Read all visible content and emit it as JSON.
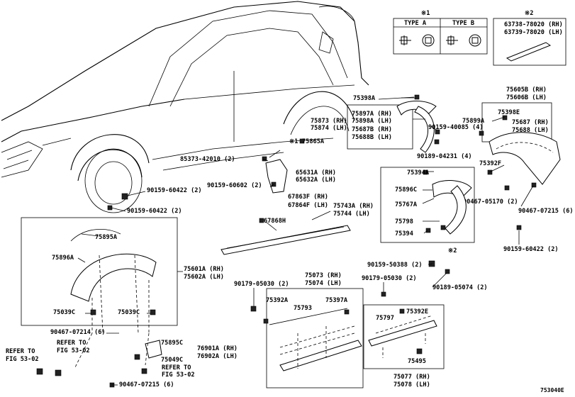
{
  "labels": {
    "l75398a": "75398A",
    "l75873": "75873 (RH)",
    "l75874": "75874 (LH)",
    "l75897a": "75897A (RH)",
    "l75898a": "75898A (LH)",
    "l75687b": "75687B (RH)",
    "l75688b": "75688B (LH)",
    "l75605b": "75605B (RH)",
    "l75606b": "75606B (LH)",
    "l75398e": "75398E",
    "l75899a": "75899A",
    "l75687": "75687 (RH)",
    "l75688": "75688 (LH)",
    "l90159_40085": "90159-40085 (4)",
    "l90189_04231": "90189-04231 (4)",
    "l75392f": "75392F",
    "l90467_05170": "90467-05170 (2)",
    "l90467_07215a": "90467-07215 (6)",
    "l90159_60422a": "90159-60422 (2)",
    "mark1a": "※1",
    "l75865a": "75865A",
    "l85373": "85373-42010 (2)",
    "l65631a": "65631A (RH)",
    "l65632a": "65632A (LH)",
    "l90159_60602": "90159-60602 (2)",
    "l90159_60422b": "90159-60422 (2)",
    "l90159_60422c": "90159-60422 (2)",
    "l67863f": "67863F (RH)",
    "l67864f": "67864F (LH)",
    "l67868h": "67868H",
    "l75743a": "75743A (RH)",
    "l75744": "75744 (LH)",
    "l75394a": "75394A",
    "l75896c": "75896C",
    "l75767a": "75767A",
    "l75798": "75798",
    "l75394": "75394",
    "mark2a": "※2",
    "l90159_50388": "90159-50388 (2)",
    "l90189_05074": "90189-05074 (2)",
    "l90179_05030b": "90179-05030 (2)",
    "l75895a": "75895A",
    "l75896a": "75896A",
    "l75601a": "75601A (RH)",
    "l75602a": "75602A (LH)",
    "l75039ca": "75039C",
    "l75039cb": "75039C",
    "l90467_07214": "90467-07214 (6)",
    "l90179_05030a": "90179-05030 (2)",
    "l75073": "75073 (RH)",
    "l75074": "75074 (LH)",
    "l75392a": "75392A",
    "l75397a": "75397A",
    "l75793": "75793",
    "l75797": "75797",
    "l75392e": "75392E",
    "l75495": "75495",
    "l75077": "75077 (RH)",
    "l75078": "75078 (LH)",
    "l75895c": "75895C",
    "l76901a": "76901A (RH)",
    "l76902a": "76902A (LH)",
    "l75049c": "75049C",
    "refer1a": "REFER TO",
    "refer1b": "FIG 53-02",
    "refer2a": "REFER TO",
    "refer2b": "FIG 53-02",
    "refer3a": "REFER TO",
    "refer3b": "FIG 53-02",
    "l90467_07215b": "90467-07215 (6)",
    "diagram_id": "753040E"
  },
  "legend": {
    "mark1": "※1",
    "mark2": "※2",
    "type_a": "TYPE A",
    "type_b": "TYPE B",
    "part_rh": "63738-78020 (RH)",
    "part_lh": "63739-78020 (LH)"
  }
}
